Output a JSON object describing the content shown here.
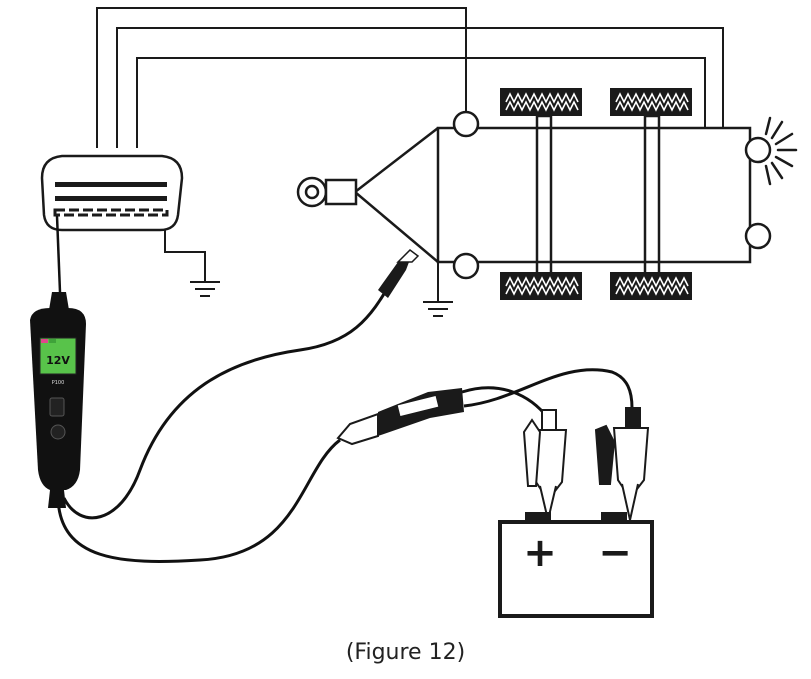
{
  "figure": {
    "caption": "(Figure 12)"
  },
  "probe": {
    "screen_reading": "12V",
    "model_label": "P100"
  },
  "battery": {
    "positive_symbol": "+",
    "negative_symbol": "−"
  },
  "colors": {
    "line": "#1a1a1a",
    "probe_body": "#111111",
    "screen_bg": "#58c34a",
    "screen_indicator_pink": "#e0458c",
    "screen_indicator_green": "#3fa33a"
  }
}
